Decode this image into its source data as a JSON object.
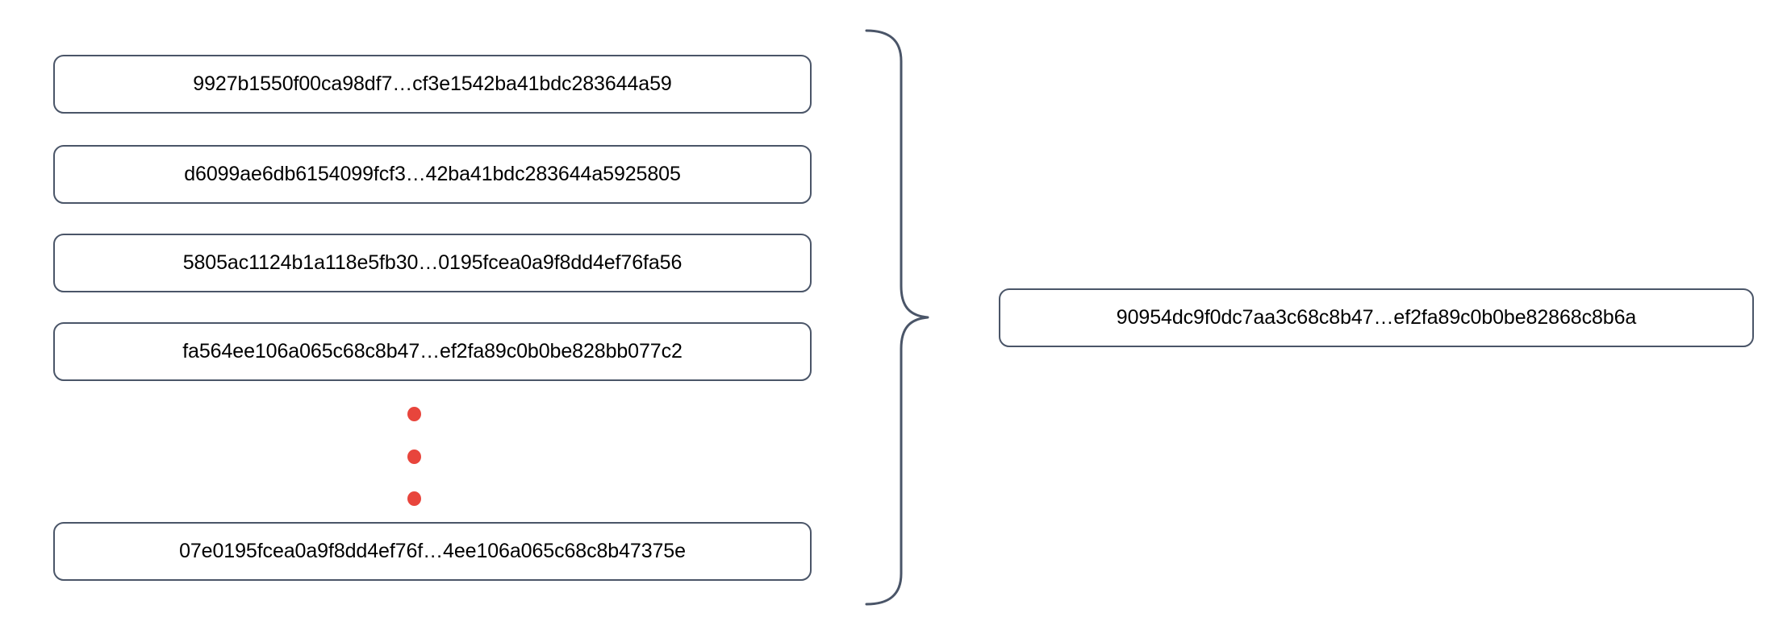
{
  "diagram": {
    "type": "merkle-hash-aggregation",
    "brace": {
      "icon": "curly-brace-icon",
      "orientation": "left-opening",
      "color": "#4a5568"
    },
    "ellipsis": {
      "icon": "vertical-ellipsis-icon",
      "dot_count": 3,
      "color": "#e8453c"
    },
    "colors": {
      "box_border": "#4a5568",
      "box_fill": "#ffffff",
      "text": "#000000",
      "dot": "#e8453c"
    }
  },
  "inputs": {
    "label": "input-hash-list",
    "items": [
      {
        "hash": "9927b1550f00ca98df7…cf3e1542ba41bdc283644a59"
      },
      {
        "hash": "d6099ae6db6154099fcf3…42ba41bdc283644a5925805"
      },
      {
        "hash": "5805ac1124b1a118e5fb30…0195fcea0a9f8dd4ef76fa56"
      },
      {
        "hash": "fa564ee106a065c68c8b47…ef2fa89c0b0be828bb077c2"
      },
      {
        "hash": "07e0195fcea0a9f8dd4ef76f…4ee106a065c68c8b47375e"
      }
    ]
  },
  "output": {
    "label": "aggregated-hash",
    "hash": "90954dc9f0dc7aa3c68c8b47…ef2fa89c0b0be82868c8b6a"
  }
}
